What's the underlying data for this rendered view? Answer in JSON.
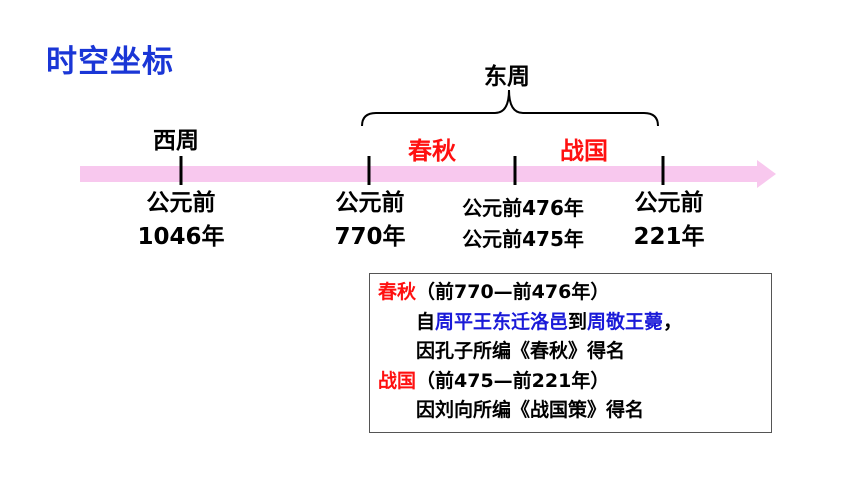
{
  "title": "时空坐标",
  "colors": {
    "title": "#1a36d6",
    "highlight_red": "#ff1010",
    "highlight_blue": "#1a1ad8",
    "timeline_arrow": "#f8c8ee"
  },
  "timeline": {
    "dongzhou": "东周",
    "xizhou": "西周",
    "chunqiu": "春秋",
    "zhanguo": "战国",
    "dates": {
      "d1046": {
        "line1": "公元前",
        "line2": "1046年"
      },
      "d770": {
        "line1": "公元前",
        "line2": "770年"
      },
      "d476_475": {
        "line1": "公元前476年",
        "line2": "公元前475年"
      },
      "d221": {
        "line1": "公元前",
        "line2": "221年"
      }
    }
  },
  "info": {
    "line1": {
      "label": "春秋",
      "range": "（前770—前476年）"
    },
    "line2": {
      "pre": "自",
      "link1": "周平王东迁洛邑",
      "mid": "到",
      "link2": "周敬王薨",
      "post": "，"
    },
    "line3": "因孔子所编《春秋》得名",
    "line4": {
      "label": "战国",
      "range": "（前475—前221年）"
    },
    "line5": "因刘向所编《战国策》得名"
  }
}
